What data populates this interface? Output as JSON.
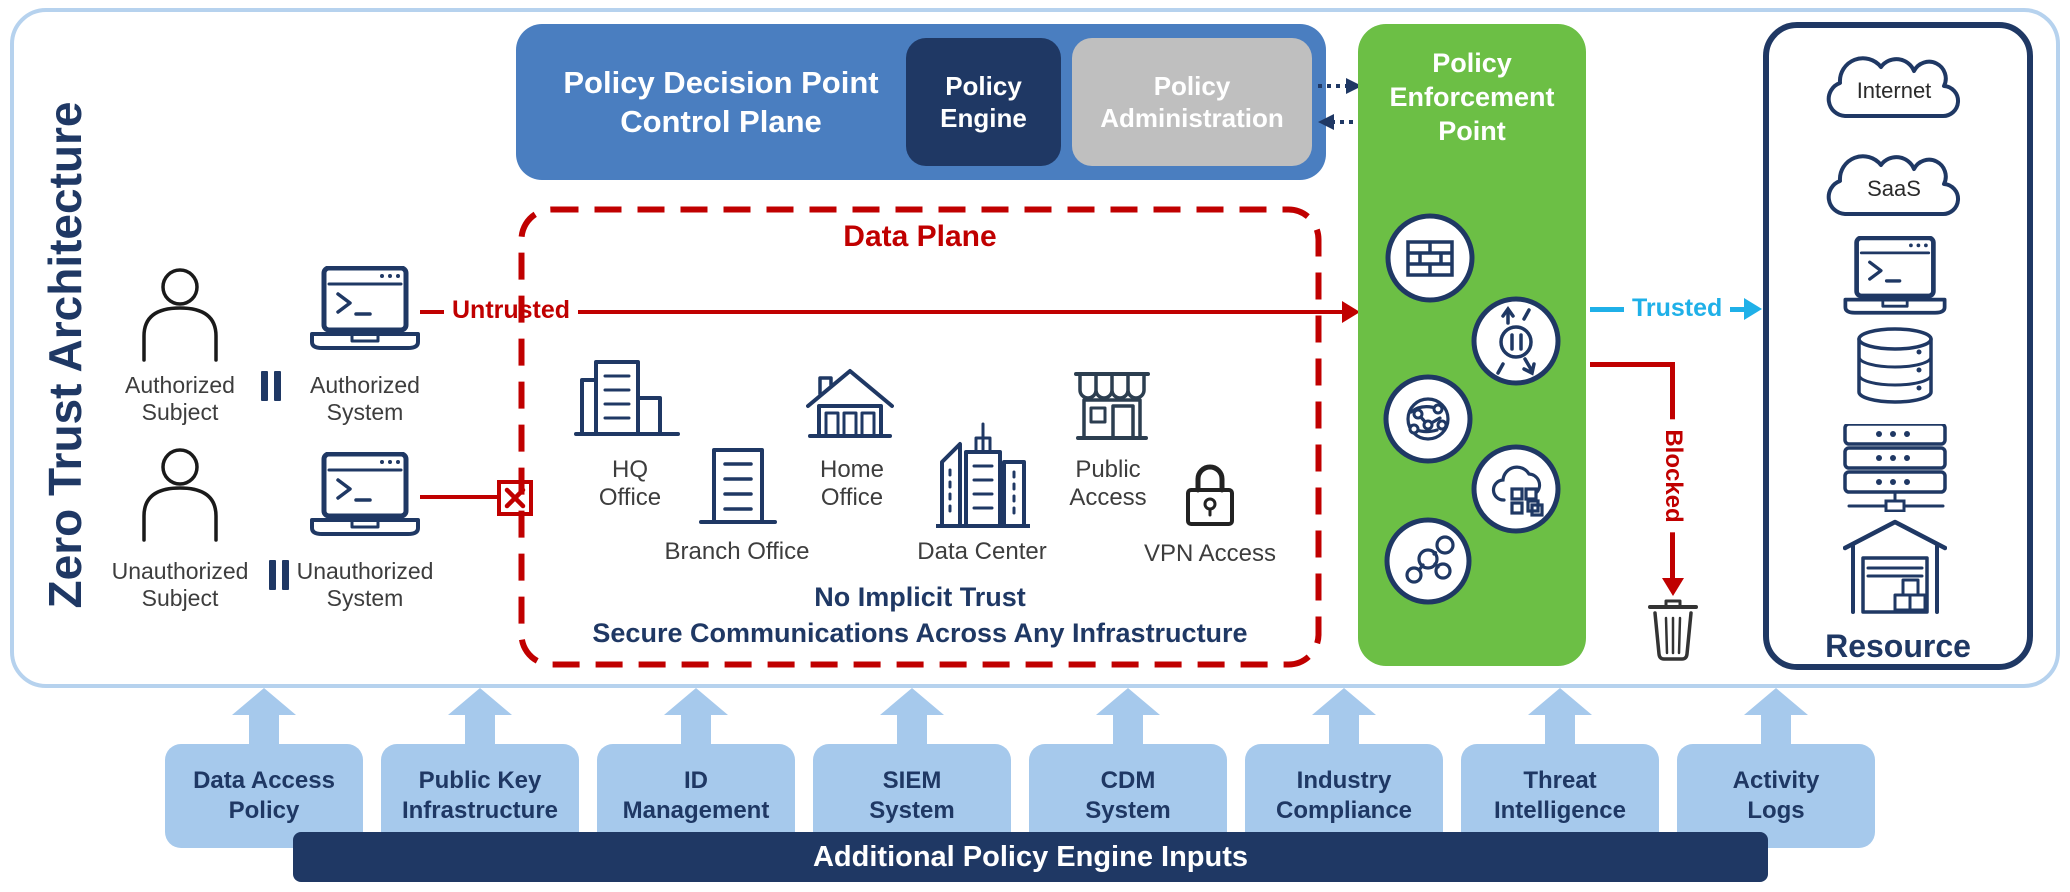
{
  "diagram_title": "Zero Trust Architecture",
  "actors": {
    "authorized_subject": {
      "lines": [
        "Authorized",
        "Subject"
      ]
    },
    "authorized_system": {
      "lines": [
        "Authorized",
        "System"
      ]
    },
    "unauthorized_subject": {
      "lines": [
        "Unauthorized",
        "Subject"
      ]
    },
    "unauthorized_system": {
      "lines": [
        "Unauthorized",
        "System"
      ]
    }
  },
  "control_plane": {
    "title_lines": [
      "Policy Decision Point",
      "Control Plane"
    ],
    "policy_engine_lines": [
      "Policy",
      "Engine"
    ],
    "policy_administration_lines": [
      "Policy",
      "Administration"
    ]
  },
  "enforcement_point": {
    "title_lines": [
      "Policy",
      "Enforcement",
      "Point"
    ],
    "icons": [
      "firewall-icon",
      "traffic-filter-icon",
      "global-network-icon",
      "cloud-services-icon",
      "node-link-icon"
    ]
  },
  "data_plane": {
    "title": "Data Plane",
    "locations": [
      {
        "icon": "hq-office-icon",
        "lines": [
          "HQ",
          "Office"
        ]
      },
      {
        "icon": "branch-office-icon",
        "lines": [
          "Branch Office"
        ]
      },
      {
        "icon": "home-office-icon",
        "lines": [
          "Home",
          "Office"
        ]
      },
      {
        "icon": "data-center-icon",
        "lines": [
          "Data Center"
        ]
      },
      {
        "icon": "public-access-icon",
        "lines": [
          "Public",
          "Access"
        ]
      },
      {
        "icon": "vpn-access-icon",
        "lines": [
          "VPN Access"
        ]
      }
    ],
    "note_lines": [
      "No Implicit Trust",
      "Secure Communications Across Any Infrastructure"
    ]
  },
  "flows": {
    "untrusted": "Untrusted",
    "trusted": "Trusted",
    "blocked": "Blocked"
  },
  "resource": {
    "title": "Resource",
    "cloud_labels": [
      "Internet",
      "SaaS"
    ],
    "icons": [
      "internet-cloud-icon",
      "saas-cloud-icon",
      "laptop-icon",
      "database-icon",
      "server-icon",
      "warehouse-icon"
    ]
  },
  "policy_inputs": {
    "bar_label": "Additional Policy Engine Inputs",
    "boxes": [
      {
        "lines": [
          "Data Access",
          "Policy"
        ]
      },
      {
        "lines": [
          "Public Key",
          "Infrastructure"
        ]
      },
      {
        "lines": [
          "ID",
          "Management"
        ]
      },
      {
        "lines": [
          "SIEM",
          "System"
        ]
      },
      {
        "lines": [
          "CDM",
          "System"
        ]
      },
      {
        "lines": [
          "Industry",
          "Compliance"
        ]
      },
      {
        "lines": [
          "Threat",
          "Intelligence"
        ]
      },
      {
        "lines": [
          "Activity",
          "Logs"
        ]
      }
    ]
  },
  "colors": {
    "navy": "#1f3864",
    "control_plane_blue": "#4a7ec0",
    "enforcement_green": "#6cbf45",
    "admin_gray": "#bfbfbf",
    "input_light_blue": "#a6c9ec",
    "frame_light_blue": "#b6d2ee",
    "alert_red": "#c00000",
    "trusted_cyan": "#1fb0e8"
  }
}
